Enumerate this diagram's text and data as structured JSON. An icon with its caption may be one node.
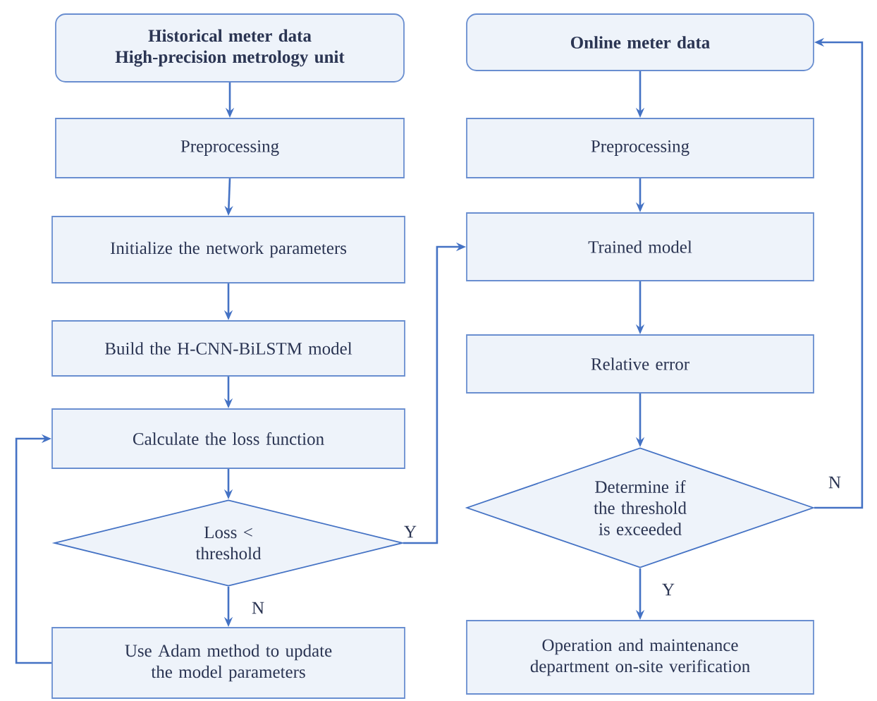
{
  "diagram": {
    "nodes": [
      {
        "text": [
          "Historical meter data",
          "High-precision metrology unit"
        ]
      },
      {
        "text": [
          "Preprocessing"
        ]
      },
      {
        "text": [
          "Initialize the network parameters"
        ]
      },
      {
        "text": [
          "Build the H-CNN-BiLSTM model"
        ]
      },
      {
        "text": [
          "Calculate the loss function"
        ]
      },
      {
        "text": [
          "Loss < threshold"
        ]
      },
      {
        "text": [
          "Use Adam method to update the model parameters"
        ]
      },
      {
        "text": [
          "Online meter data"
        ]
      },
      {
        "text": [
          "Preprocessing"
        ]
      },
      {
        "text": [
          "Trained model"
        ]
      },
      {
        "text": [
          "Relative error"
        ]
      },
      {
        "text": [
          "Determine if the threshold is exceeded"
        ]
      },
      {
        "text": [
          "Operation and maintenance department on-site verification"
        ]
      }
    ],
    "edges": [
      {
        "from": 0,
        "to": 1,
        "arrow": "to"
      },
      {
        "from": 1,
        "to": 2,
        "arrow": "to"
      },
      {
        "from": 2,
        "to": 3,
        "arrow": "to"
      },
      {
        "from": 3,
        "to": 4,
        "arrow": "to"
      },
      {
        "from": 4,
        "to": 5,
        "arrow": "to"
      },
      {
        "from": 5,
        "to": 6,
        "arrow": "to",
        "label": "N"
      },
      {
        "from": 6,
        "to": 4,
        "arrow": "to"
      },
      {
        "from": 5,
        "to": 9,
        "arrow": "to",
        "label": "Y"
      },
      {
        "from": 7,
        "to": 8,
        "arrow": "to"
      },
      {
        "from": 8,
        "to": 9,
        "arrow": "to"
      },
      {
        "from": 9,
        "to": 10,
        "arrow": "to"
      },
      {
        "from": 10,
        "to": 11,
        "arrow": "to"
      },
      {
        "from": 11,
        "to": 12,
        "arrow": "to",
        "label": "Y"
      },
      {
        "from": 11,
        "to": 7,
        "arrow": "to",
        "label": "N"
      }
    ]
  }
}
